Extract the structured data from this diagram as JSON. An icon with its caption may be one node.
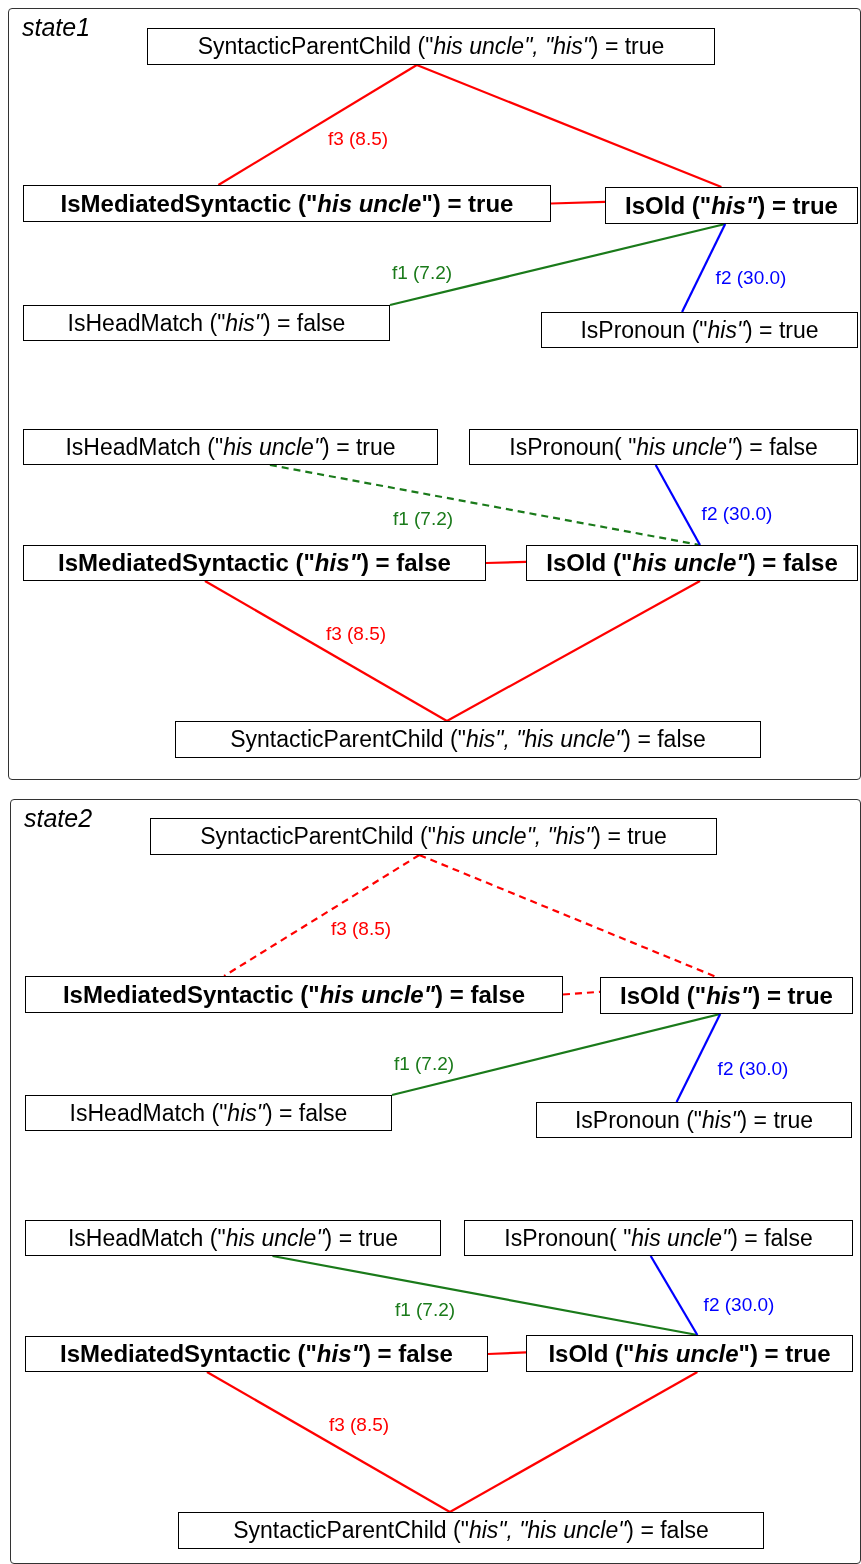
{
  "diagram": {
    "nodes": [
      {
        "text": [
          "state1"
        ]
      },
      {
        "text": [
          "SyntacticParentChild (\"*his uncle\", \"his\"*) = true"
        ],
        "in": 0
      },
      {
        "text": [
          "IsMediatedSyntactic (\"*his uncle*\") = true"
        ],
        "in": 0
      },
      {
        "text": [
          "IsOld (\"*his\"*) = true"
        ],
        "in": 0
      },
      {
        "text": [
          "IsHeadMatch (\"*his\"*) = false"
        ],
        "in": 0
      },
      {
        "text": [
          "IsPronoun (\"*his\"*) = true"
        ],
        "in": 0
      },
      {
        "text": [
          "IsHeadMatch (\"*his uncle\"*) = true"
        ],
        "in": 0
      },
      {
        "text": [
          "IsPronoun( \"*his uncle\"*) = false"
        ],
        "in": 0
      },
      {
        "text": [
          "IsMediatedSyntactic (\"*his\"*) = false"
        ],
        "in": 0
      },
      {
        "text": [
          "IsOld (\"*his uncle\"*) = false"
        ],
        "in": 0
      },
      {
        "text": [
          "SyntacticParentChild (\"*his\", \"his uncle\"*) = false"
        ],
        "in": 0
      },
      {
        "text": [
          "state2"
        ]
      },
      {
        "text": [
          "SyntacticParentChild (\"*his uncle\", \"his\"*) = true"
        ],
        "in": 11
      },
      {
        "text": [
          "IsMediatedSyntactic (\"*his uncle\"*) = false"
        ],
        "in": 11
      },
      {
        "text": [
          "IsOld (\"*his\"*) = true"
        ],
        "in": 11
      },
      {
        "text": [
          "IsHeadMatch (\"*his\"*) = false"
        ],
        "in": 11
      },
      {
        "text": [
          "IsPronoun (\"*his\"*) = true"
        ],
        "in": 11
      },
      {
        "text": [
          "IsHeadMatch (\"*his uncle\"*) = true"
        ],
        "in": 11
      },
      {
        "text": [
          "IsPronoun( \"*his uncle\"*) = false"
        ],
        "in": 11
      },
      {
        "text": [
          "IsMediatedSyntactic (\"*his\"*) = false"
        ],
        "in": 11
      },
      {
        "text": [
          "IsOld (\"*his uncle*\") = true"
        ],
        "in": 11
      },
      {
        "text": [
          "SyntacticParentChild (\"*his\", \"his uncle\"*) = false"
        ],
        "in": 11
      }
    ],
    "edges": [
      {
        "from": 1,
        "to": 2,
        "arrow": "none",
        "label": "f3 (8.5)"
      },
      {
        "from": 1,
        "to": 3,
        "arrow": "none"
      },
      {
        "from": 2,
        "to": 3,
        "arrow": "none"
      },
      {
        "from": 3,
        "to": 4,
        "arrow": "none",
        "label": "f1 (7.2)",
        "color": "#1a7a1a"
      },
      {
        "from": 3,
        "to": 5,
        "arrow": "none",
        "label": "f2 (30.0)",
        "color": "#0000ff"
      },
      {
        "from": 6,
        "to": 9,
        "arrow": "none",
        "label": "f1 (7.2)",
        "color": "#1a7a1a",
        "style": "dashed"
      },
      {
        "from": 7,
        "to": 9,
        "arrow": "none",
        "label": "f2 (30.0)",
        "color": "#0000ff"
      },
      {
        "from": 8,
        "to": 9,
        "arrow": "none"
      },
      {
        "from": 8,
        "to": 10,
        "arrow": "none",
        "label": "f3 (8.5)"
      },
      {
        "from": 9,
        "to": 10,
        "arrow": "none"
      },
      {
        "from": 12,
        "to": 13,
        "arrow": "none",
        "label": "f3 (8.5)",
        "style": "dashed"
      },
      {
        "from": 12,
        "to": 14,
        "arrow": "none",
        "style": "dashed"
      },
      {
        "from": 13,
        "to": 14,
        "arrow": "none",
        "style": "dashed"
      },
      {
        "from": 14,
        "to": 15,
        "arrow": "none",
        "label": "f1 (7.2)",
        "color": "#1a7a1a"
      },
      {
        "from": 14,
        "to": 16,
        "arrow": "none",
        "label": "f2 (30.0)",
        "color": "#0000ff"
      },
      {
        "from": 17,
        "to": 20,
        "arrow": "none",
        "label": "f1 (7.2)",
        "color": "#1a7a1a"
      },
      {
        "from": 18,
        "to": 20,
        "arrow": "none",
        "label": "f2 (30.0)",
        "color": "#0000ff"
      },
      {
        "from": 19,
        "to": 20,
        "arrow": "none"
      },
      {
        "from": 19,
        "to": 21,
        "arrow": "none",
        "label": "f3 (8.5)"
      },
      {
        "from": 20,
        "to": 21,
        "arrow": "none"
      }
    ]
  }
}
